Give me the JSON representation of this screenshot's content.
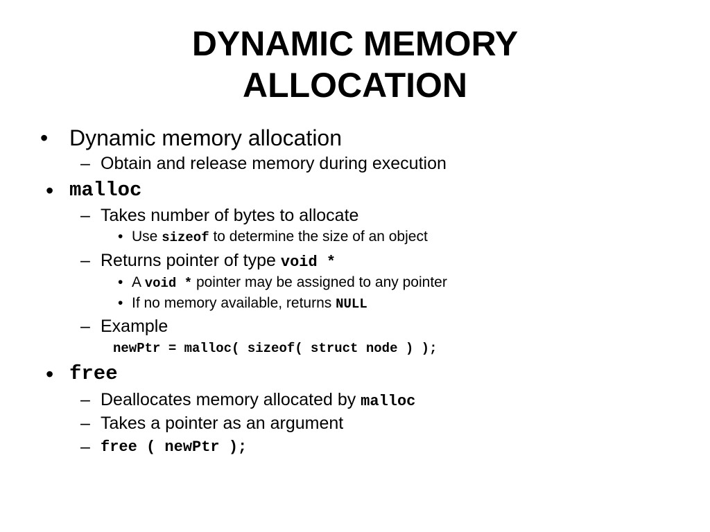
{
  "title": {
    "line1": "DYNAMIC MEMORY",
    "line2": "ALLOCATION"
  },
  "bullets": {
    "b1": {
      "mark": "•",
      "text": "Dynamic memory allocation"
    },
    "b1_1": {
      "mark": "–",
      "text": "Obtain and release memory during execution"
    },
    "b2": {
      "mark": "•",
      "code": "malloc"
    },
    "b2_1": {
      "mark": "–",
      "text": "Takes number of bytes to allocate"
    },
    "b2_1_1": {
      "mark": "•",
      "pre": "Use ",
      "code": "sizeof",
      "post": " to determine the size of an object"
    },
    "b2_2": {
      "mark": "–",
      "pre": "Returns pointer of type ",
      "code": "void *"
    },
    "b2_2_1": {
      "mark": "•",
      "pre": "A ",
      "code": "void *",
      "post": " pointer may be assigned to any pointer"
    },
    "b2_2_2": {
      "mark": "•",
      "pre": "If no memory available, returns ",
      "code": "NULL"
    },
    "b2_3": {
      "mark": "–",
      "text": "Example"
    },
    "b2_3_code": {
      "code": "newPtr = malloc( sizeof( struct node ) );"
    },
    "b3": {
      "mark": "•",
      "code": "free"
    },
    "b3_1": {
      "mark": "–",
      "pre": "Deallocates memory allocated by ",
      "code": "malloc"
    },
    "b3_2": {
      "mark": "–",
      "text": "Takes a pointer as an argument"
    },
    "b3_3": {
      "mark": "–",
      "code": "free ( newPtr );"
    }
  }
}
